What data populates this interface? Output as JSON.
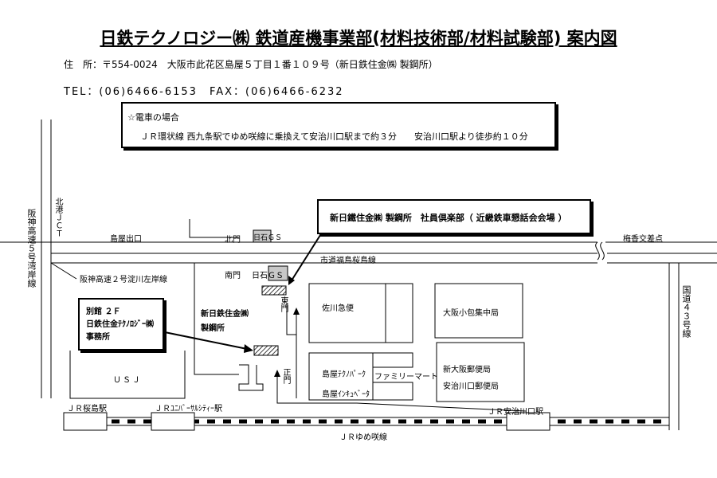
{
  "header": {
    "title": "日鉄テクノロジー㈱ 鉄道産機事業部(材料技術部/材料試験部) 案内図",
    "address": "住　所：〒554-0024　大阪市此花区島屋５丁目１番１０９号（新日鉄住金㈱ 製鋼所）",
    "tel_fax": "TEL：(06)6466-6153　FAX：(06)6466-6232"
  },
  "train_info": {
    "heading": "☆電車の場合",
    "route": "ＪＲ環状線 西九条駅でゆめ咲線に乗換えて安治川口駅まで約３分　　安治川口駅より徒歩約１０分"
  },
  "club_callout": "新日鐵住金㈱ 製鋼所　社員倶楽部（ 近畿鉄車懇話会会場 ）",
  "annex_callout": {
    "line1": "別館 ２Ｆ",
    "line2": "日鉄住金ﾃｸﾉﾛｼﾞｰ㈱",
    "line3": "事務所"
  },
  "map_labels": {
    "hanshin_wangan": "阪神高速５号湾岸線",
    "kita_jct": "北港ＪＣＴ",
    "shimaya_exit": "島屋出口",
    "kitamon": "北門",
    "eneos_gs_north": "日石ＧＳ",
    "umeka_crossing": "梅香交差点",
    "shido_fukushima": "市道福島桜島線",
    "route43": "国道４３号線",
    "hanshin_yodogawa": "阪神高速２号淀川左岸線",
    "minamimon": "南門",
    "eneos_gs_south": "日石ＧＳ",
    "higashimon": "東門",
    "seimon": "正門",
    "nssm_works": "新日鉄住金㈱ 製鋼所",
    "sagawa": "佐川急便",
    "osaka_kohozumi": "大阪小包集中局",
    "shimaya_techno_park": "島屋ﾃｸﾉﾊﾟｰｸ",
    "familymart": "ファミリーマート",
    "shimaya_incubator": "島屋ｲﾝｷｭﾍﾞｰﾀ",
    "shin_osaka_post": "新大阪郵便局",
    "ajikawa_post": "安治川口郵便局",
    "usj": "ＵＳＪ",
    "jr_sakurajima": "ＪＲ桜島駅",
    "jr_universal": "ＪＲﾕﾆﾊﾞｰｻﾙｼﾃｨｰ駅",
    "jr_ajikawaguchi": "ＪＲ安治川口駅",
    "jr_yumesaki": "ＪＲゆめ咲線"
  }
}
